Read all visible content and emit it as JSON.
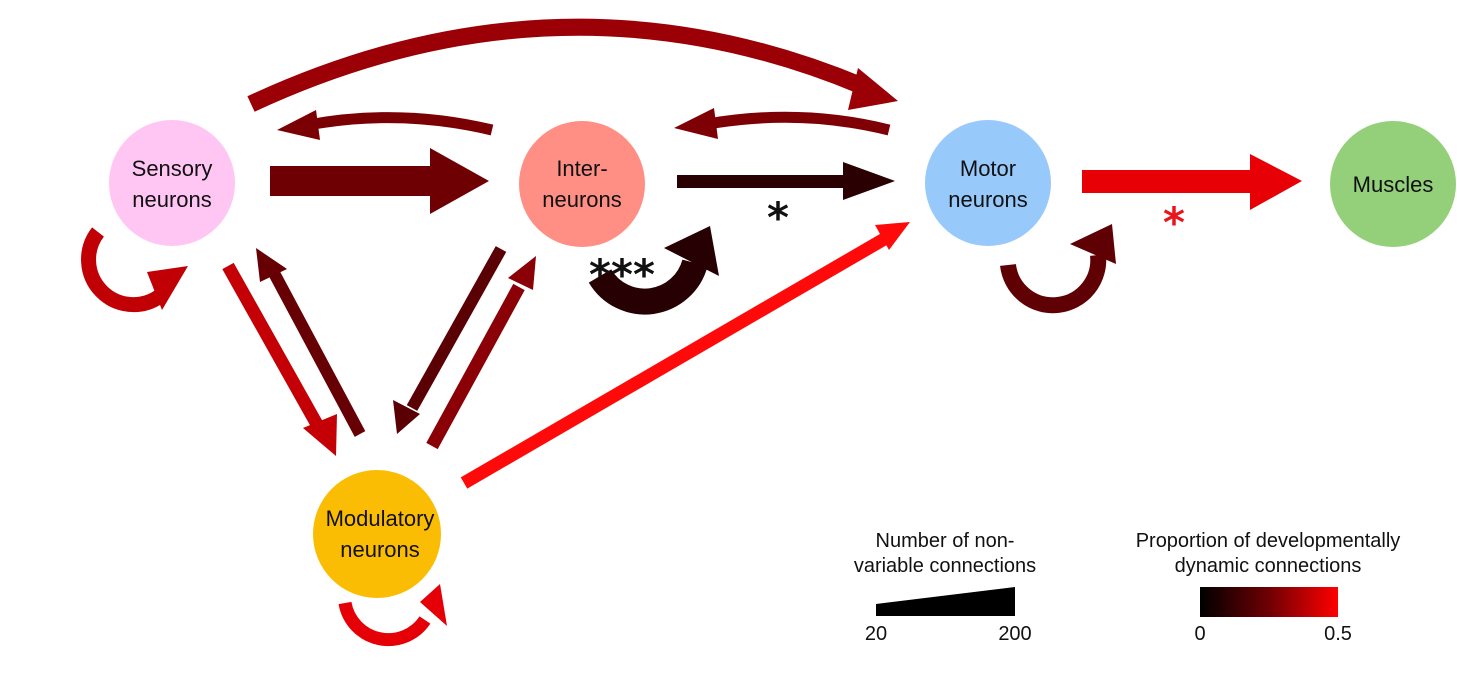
{
  "nodes": {
    "sensory": {
      "line1": "Sensory",
      "line2": "neurons",
      "color": "#ffc6f4"
    },
    "inter": {
      "line1": "Inter-",
      "line2": "neurons",
      "color": "#ff8f84"
    },
    "motor": {
      "line1": "Motor",
      "line2": "neurons",
      "color": "#98c9fb"
    },
    "muscles": {
      "line1": "Muscles",
      "line2": "",
      "color": "#94d07a"
    },
    "modulatory": {
      "line1": "Modulatory",
      "line2": "neurons",
      "color": "#fbbd03"
    }
  },
  "connections": [
    {
      "id": "sensory-to-motor",
      "from": "Sensory neurons",
      "to": "Motor neurons",
      "color": "#9a0006"
    },
    {
      "id": "inter-to-sensory",
      "from": "Inter-neurons",
      "to": "Sensory neurons",
      "color": "#7b0004"
    },
    {
      "id": "sensory-to-inter",
      "from": "Sensory neurons",
      "to": "Inter-neurons",
      "color": "#6e0003"
    },
    {
      "id": "motor-to-inter",
      "from": "Motor neurons",
      "to": "Inter-neurons",
      "color": "#7e0005"
    },
    {
      "id": "inter-to-motor",
      "from": "Inter-neurons",
      "to": "Motor neurons",
      "color": "#2a0003",
      "significance": "*"
    },
    {
      "id": "motor-to-muscles",
      "from": "Motor neurons",
      "to": "Muscles",
      "color": "#e80007",
      "significance": "*"
    },
    {
      "id": "sensory-self",
      "from": "Sensory neurons",
      "to": "Sensory neurons",
      "color": "#c00004"
    },
    {
      "id": "inter-self",
      "from": "Inter-neurons",
      "to": "Inter-neurons",
      "color": "#260002",
      "significance": "***"
    },
    {
      "id": "motor-self",
      "from": "Motor neurons",
      "to": "Motor neurons",
      "color": "#5e0004"
    },
    {
      "id": "sensory-to-modulatory",
      "from": "Sensory neurons",
      "to": "Modulatory neurons",
      "color": "#c40006"
    },
    {
      "id": "modulatory-to-sensory",
      "from": "Modulatory neurons",
      "to": "Sensory neurons",
      "color": "#660004"
    },
    {
      "id": "inter-to-modulatory",
      "from": "Inter-neurons",
      "to": "Modulatory neurons",
      "color": "#5a0004"
    },
    {
      "id": "modulatory-to-inter",
      "from": "Modulatory neurons",
      "to": "Inter-neurons",
      "color": "#8a0006"
    },
    {
      "id": "modulatory-to-motor",
      "from": "Modulatory neurons",
      "to": "Motor neurons",
      "color": "#ff0a0a"
    },
    {
      "id": "modulatory-self",
      "from": "Modulatory neurons",
      "to": "Modulatory neurons",
      "color": "#e50008"
    }
  ],
  "annotations": {
    "inter_to_motor_star": "*",
    "motor_to_muscles_star": "*",
    "inter_self_stars": "***",
    "black_star_color": "#111111",
    "red_star_color": "#e8151b"
  },
  "legend": {
    "width": {
      "title_line1": "Number of non-",
      "title_line2": "variable connections",
      "min_label": "20",
      "max_label": "200"
    },
    "color": {
      "title_line1": "Proportion of developmentally",
      "title_line2": "dynamic connections",
      "min_label": "0",
      "max_label": "0.5",
      "color_low": "#000000",
      "color_mid": "#6e0004",
      "color_high": "#ff0000"
    }
  }
}
